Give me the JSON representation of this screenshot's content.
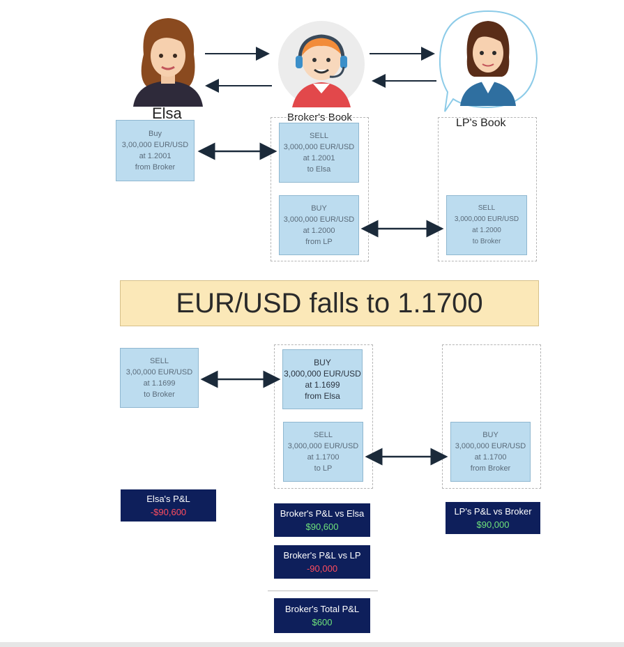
{
  "actors": {
    "elsa": {
      "name": "Elsa"
    },
    "broker": {
      "name": "Broker's Book"
    },
    "lp": {
      "name": "LP's Book"
    }
  },
  "top_trades": {
    "elsa_buy": [
      "Buy",
      "3,00,000 EUR/USD",
      "at 1.2001",
      "from Broker"
    ],
    "broker_sell": [
      "SELL",
      "3,000,000 EUR/USD",
      "at 1.2001",
      "to Elsa"
    ],
    "broker_buy": [
      "BUY",
      "3,000,000 EUR/USD",
      "at 1.2000",
      "from LP"
    ],
    "lp_sell": [
      "SELL",
      "3,000,000 EUR/USD",
      "at 1.2000",
      "to Broker"
    ]
  },
  "banner": {
    "text": "EUR/USD falls to 1.1700"
  },
  "bottom_trades": {
    "elsa_sell": [
      "SELL",
      "3,00,000 EUR/USD",
      "at 1.1699",
      "to Broker"
    ],
    "broker_buy": [
      "BUY",
      "3,000,000 EUR/USD",
      "at 1.1699",
      "from Elsa"
    ],
    "broker_sell": [
      "SELL",
      "3,000,000 EUR/USD",
      "at 1.1700",
      "to LP"
    ],
    "lp_buy": [
      "BUY",
      "3,000,000 EUR/USD",
      "at 1.1700",
      "from Broker"
    ]
  },
  "pnl": {
    "elsa": {
      "label": "Elsa's P&L",
      "value": "-$90,600"
    },
    "lp": {
      "label": "LP's P&L vs Broker",
      "value": "$90,000"
    },
    "broker_vs_elsa": {
      "label": "Broker's P&L vs Elsa",
      "value": "$90,600"
    },
    "broker_vs_lp": {
      "label": "Broker's P&L vs LP",
      "value": "-90,000"
    },
    "broker_total": {
      "label": "Broker's Total P&L",
      "value": "$600"
    }
  },
  "colors": {
    "trade_box": "#bcdcef",
    "banner": "#fbe8b8",
    "pnl_box": "#0e1f5b",
    "negative": "#ff4d5e",
    "positive": "#6fe37b",
    "arrow": "#1b2a3a"
  }
}
